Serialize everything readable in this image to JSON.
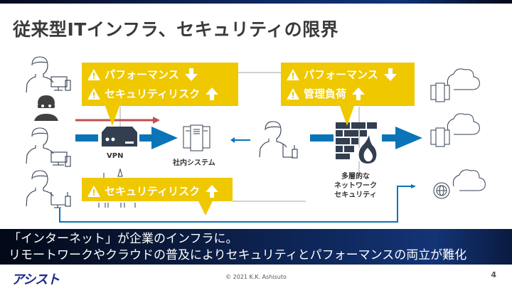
{
  "slide": {
    "title": "従来型ITインフラ、セキュリティの限界",
    "page_number": "4",
    "copyright": "© 2021 K.K. Ashisuto",
    "logo": "アシスト"
  },
  "colors": {
    "callout": "#efc800",
    "flow_blue": "#0a74b8",
    "attack_red": "#c0504d",
    "icon_dark": "#333f50",
    "line_gray": "#a6a6a6"
  },
  "callouts": {
    "vpn": {
      "rows": [
        {
          "text": "パフォーマンス",
          "trend": "down"
        },
        {
          "text": "セキュリティリスク",
          "trend": "up"
        }
      ]
    },
    "firewall": {
      "rows": [
        {
          "text": "パフォーマンス",
          "trend": "down"
        },
        {
          "text": "管理負荷",
          "trend": "up"
        }
      ]
    },
    "internet": {
      "rows": [
        {
          "text": "セキュリティリスク",
          "trend": "up"
        }
      ]
    }
  },
  "nodes": {
    "vpn_label": "VPN",
    "internal_system_label": "社内システム",
    "firewall_label_lines": [
      "多層的な",
      "ネットワーク",
      "セキュリティ"
    ]
  },
  "message": {
    "line1": "「インターネット」が企業のインフラに。",
    "line2": "リモートワークやクラウドの普及によりセキュリティとパフォーマンスの両立が難化"
  }
}
